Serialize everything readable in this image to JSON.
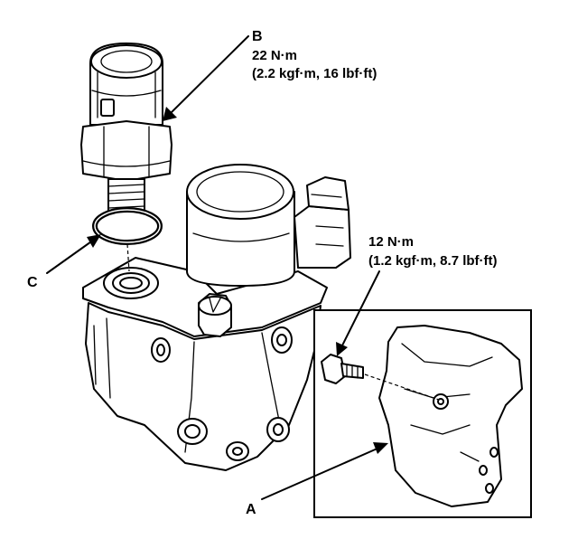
{
  "labels": {
    "a": "A",
    "b": "B",
    "c": "C"
  },
  "torque_b": {
    "line1": "22 N·m",
    "line2": "(2.2 kgf·m, 16 lbf·ft)"
  },
  "torque_bolt": {
    "line1": "12 N·m",
    "line2": "(1.2 kgf·m, 8.7 lbf·ft)"
  }
}
